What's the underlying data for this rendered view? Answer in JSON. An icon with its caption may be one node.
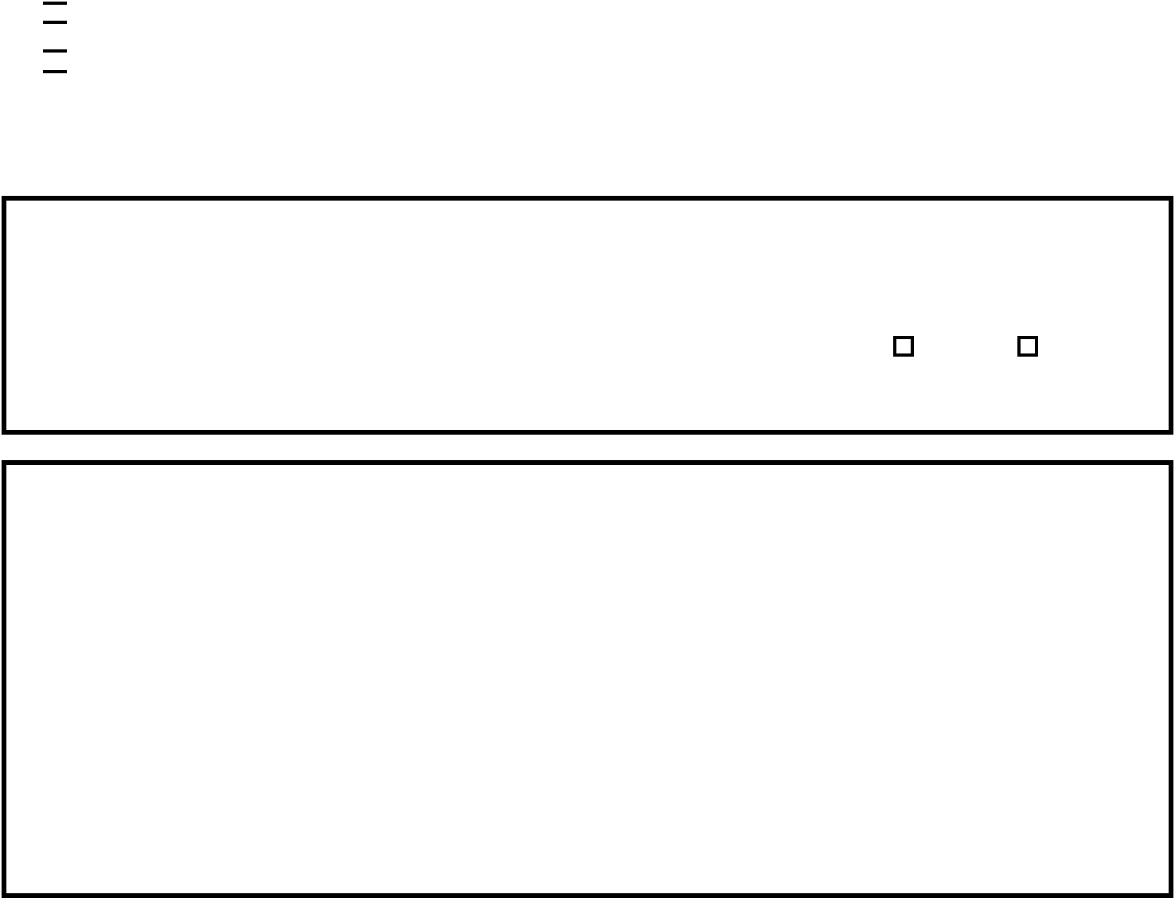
{
  "diagram": {
    "nodes": [
      {
        "text": [],
        "shape": "box"
      },
      {
        "text": [],
        "shape": "box",
        "in": 0
      },
      {
        "text": [],
        "shape": "box",
        "in": 0
      },
      {
        "text": [],
        "shape": "box"
      }
    ]
  }
}
